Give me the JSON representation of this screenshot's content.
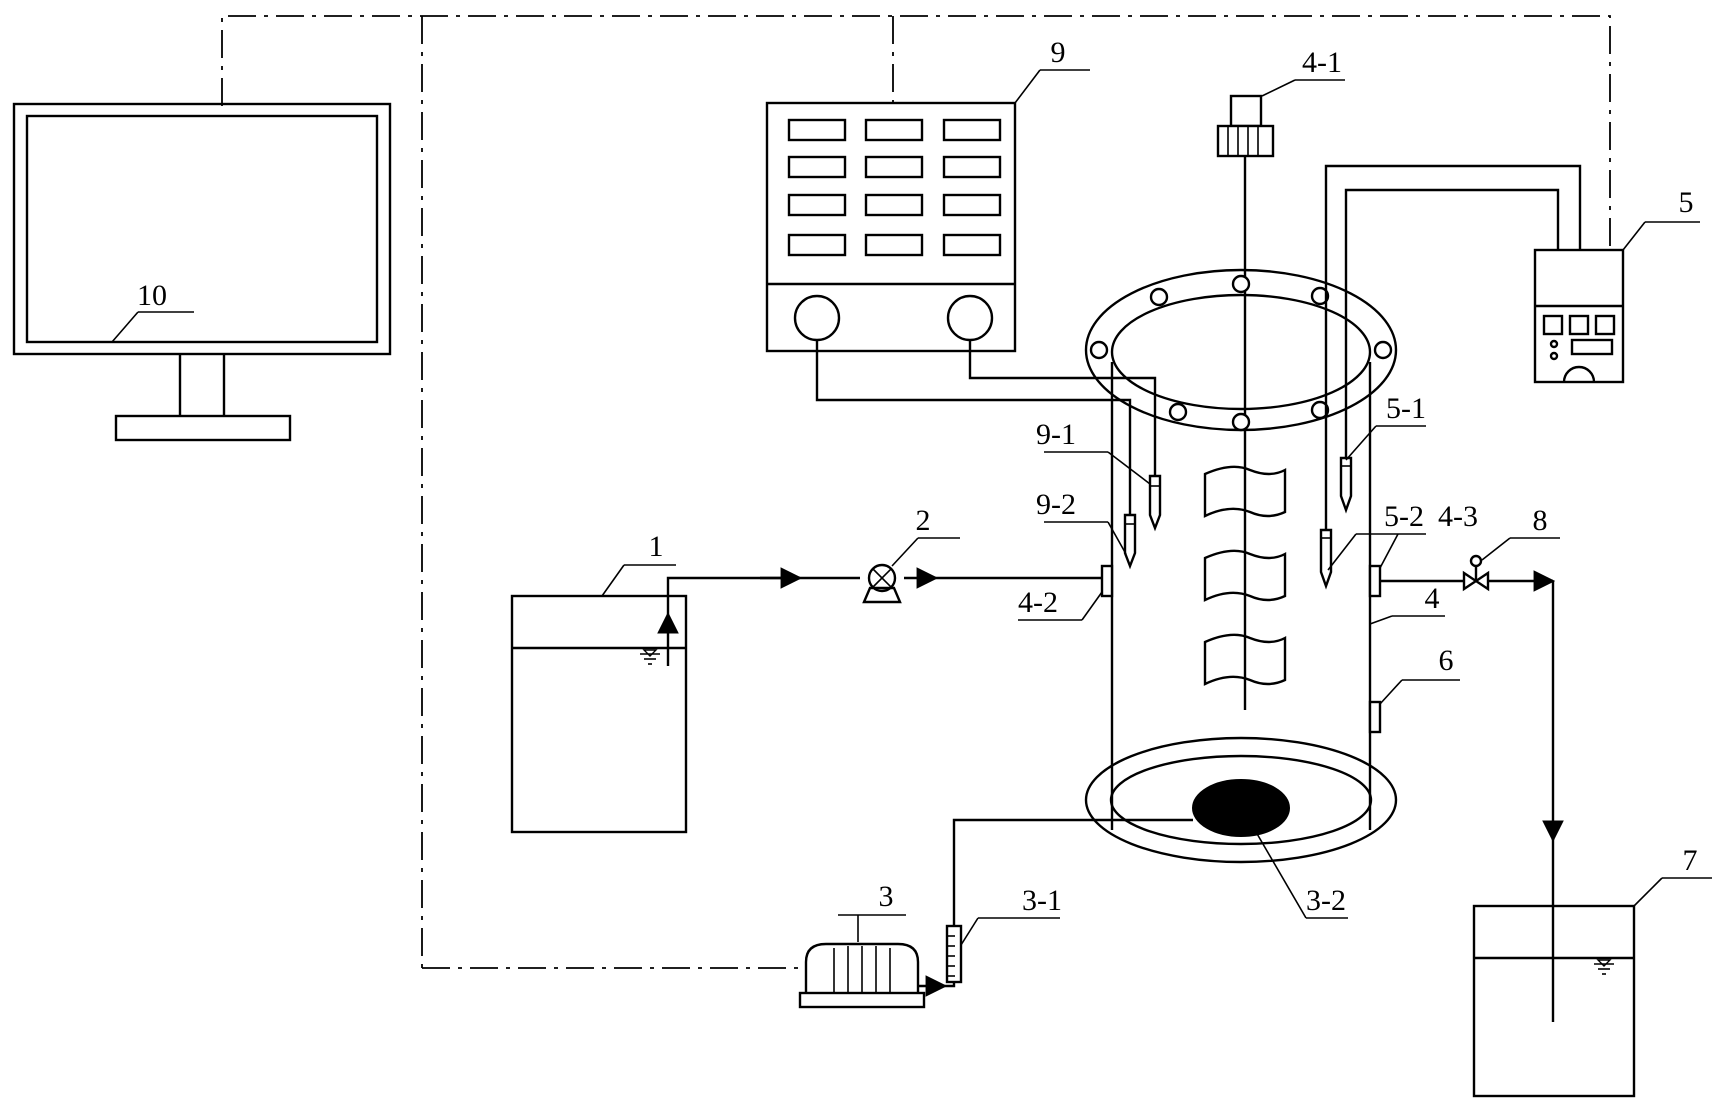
{
  "labels": {
    "monitor": "10",
    "controller": "9",
    "motor": "4-1",
    "meter": "5",
    "probe_5_1": "5-1",
    "probe_9_1": "9-1",
    "probe_9_2": "9-2",
    "probe_5_2": "5-2",
    "port_4_3": "4-3",
    "valve": "8",
    "feed_tank": "1",
    "pump": "2",
    "port_4_2": "4-2",
    "reactor": "4",
    "port_6": "6",
    "air_pump": "3",
    "flowmeter": "3-1",
    "aerator": "3-2",
    "effluent_tank": "7"
  },
  "colors": {
    "line": "#000000",
    "background": "#ffffff"
  }
}
